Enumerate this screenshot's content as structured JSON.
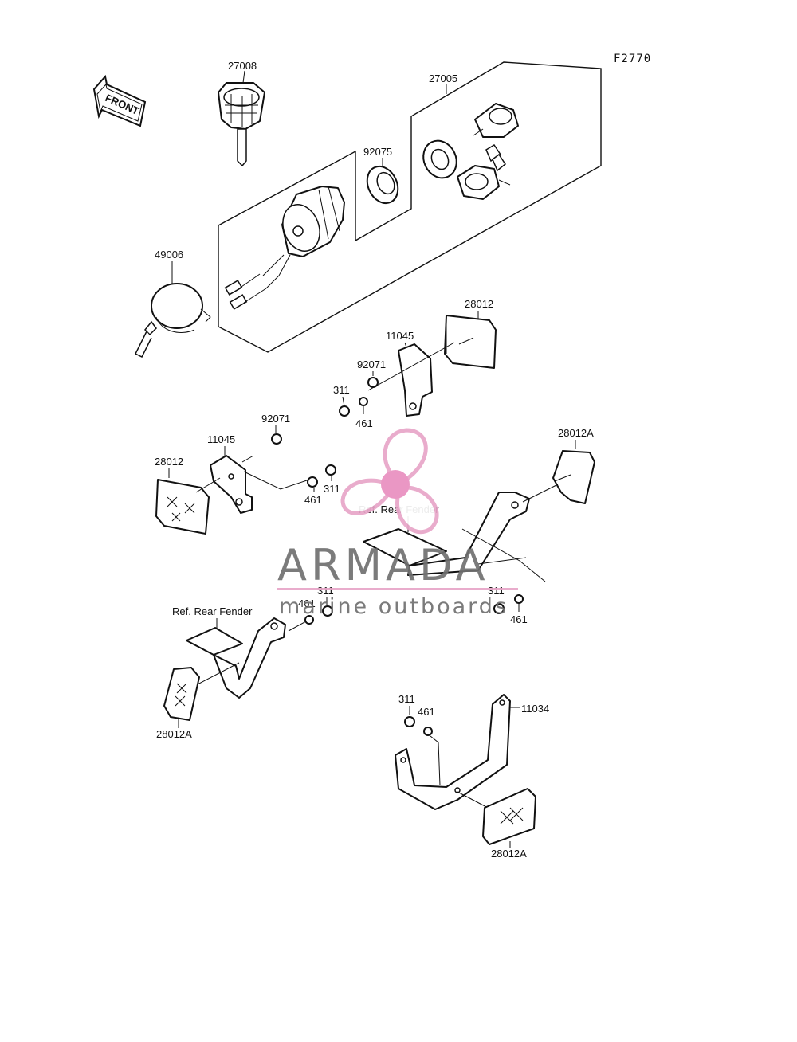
{
  "diagram": {
    "code": "F2770",
    "front_label": "FRONT",
    "labels": {
      "key": "27008",
      "lock_set": "27005",
      "seal": "92075",
      "horn": "49006",
      "reflector_top": "28012",
      "bracket_top": "11045",
      "nut_top": "92071",
      "n311_top": "311",
      "n461_top": "461",
      "nut_mid": "92071",
      "bracket_mid": "11045",
      "reflector_mid": "28012",
      "n461_mid": "461",
      "n311_mid": "311",
      "reflector_right": "28012A",
      "fender_right": "Ref. Rear Fender",
      "n311_center": "311",
      "n461_center": "461",
      "fender_left": "Ref. Rear Fender",
      "n311_right": "311",
      "n461_right": "461",
      "reflector_left": "28012A",
      "n311_bottom": "311",
      "n461_bottom": "461",
      "bracket_bottom": "11034",
      "reflector_bottom": "28012A"
    }
  },
  "watermark": {
    "brand": "ARMADA",
    "tagline": "marine outboards",
    "logo_color": "#e8a5c8",
    "logo_center_color": "#e98fbf",
    "line_color": "#e8a5c8",
    "text_color": "#707070"
  }
}
